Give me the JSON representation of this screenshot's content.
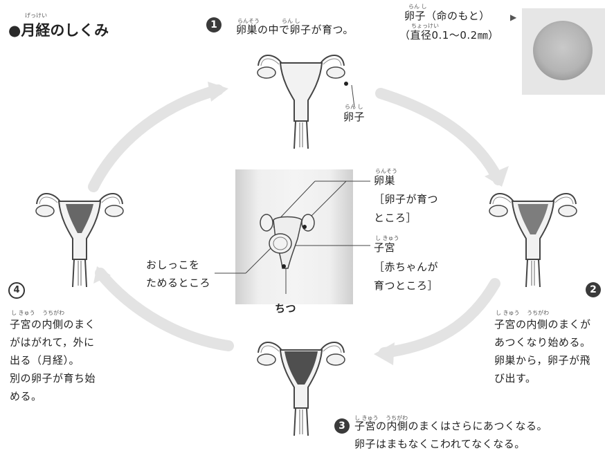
{
  "title": {
    "dot": "●",
    "text": "月経のしくみ",
    "furigana": "げっけい"
  },
  "egg_info": {
    "line1": "卵子（命のもと）",
    "line2": "（直径0.1～0.2㎜）",
    "furigana1": "らん し",
    "furigana2": "ちょっけい",
    "arrow": "▶"
  },
  "steps": [
    {
      "number": "1",
      "text": "卵巣の中で卵子が育つ。",
      "furigana": "らんそう　　　　らん し"
    },
    {
      "number": "2",
      "lines": [
        "子宮の内側のまくが",
        "あつくなり始める。",
        "卵巣から，卵子が飛",
        "び出す。"
      ],
      "furigana": "し きゅう　 うちがわ"
    },
    {
      "number": "3",
      "lines": [
        "子宮の内側のまくはさらにあつくなる。",
        "卵子はまもなくこわれてなくなる。"
      ],
      "furigana": "し きゅう　 うちがわ"
    },
    {
      "number": "4",
      "lines": [
        "子宮の内側のまく",
        "がはがれて，外に",
        "出る（月経）。",
        "別の卵子が育ち始",
        "める。"
      ],
      "furigana": "し きゅう　 うちがわ"
    }
  ],
  "step1_egg_label": "卵子",
  "step1_egg_furigana": "らん し",
  "center_labels": {
    "ovary": "卵巣",
    "ovary_furigana": "らんそう",
    "ovary_desc1": "［卵子が育つ",
    "ovary_desc2": "ところ］",
    "uterus": "子宮",
    "uterus_furigana": "し きゅう",
    "uterus_desc1": "［赤ちゃんが",
    "uterus_desc2": "育つところ］",
    "bladder1": "おしっこを",
    "bladder2": "ためるところ",
    "vagina": "ちつ"
  },
  "colors": {
    "arrow": "#e0e0e0",
    "organ_line": "#444444",
    "lining": "#333333",
    "tissue": "#f2f2f2"
  }
}
